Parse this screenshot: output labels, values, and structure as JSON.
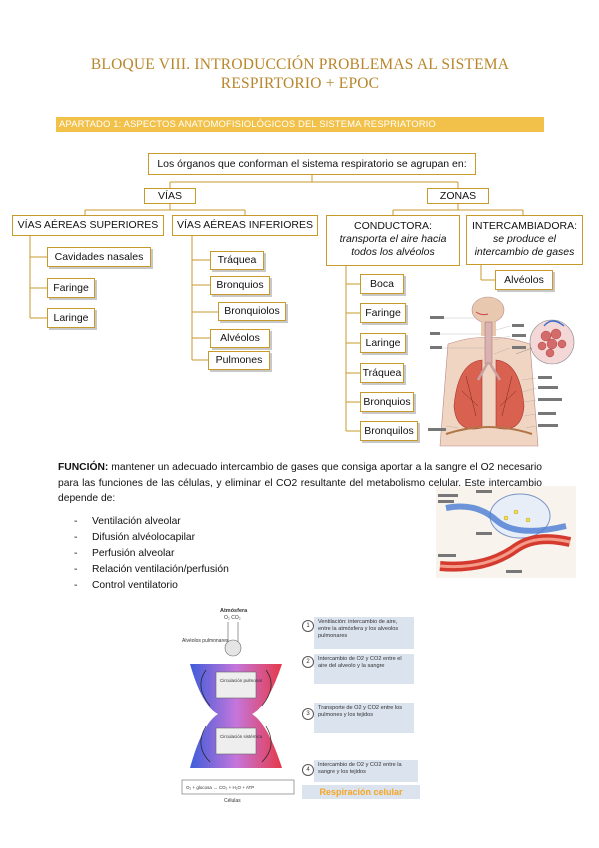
{
  "title": {
    "line1": "BLOQUE VIII. INTRODUCCIÓN PROBLEMAS AL SISTEMA",
    "line2": "RESPIRTORIO + EPOC"
  },
  "section_heading": "APARTADO 1: ASPECTOS ANATOMOFISIOLÓGICOS DEL SISTEMA RESPRIATORIO",
  "diagram": {
    "root": "Los órganos que conforman el sistema respiratorio se agrupan en:",
    "vias": {
      "label": "VÍAS",
      "superiores": {
        "label": "VÍAS AÉREAS SUPERIORES",
        "items": [
          "Cavidades nasales",
          "Faringe",
          "Laringe"
        ]
      },
      "inferiores": {
        "label": "VÍAS AÉREAS INFERIORES",
        "items": [
          "Tráquea",
          "Bronquios",
          "Bronquiolos",
          "Alvéolos",
          "Pulmones"
        ]
      }
    },
    "zonas": {
      "label": "ZONAS",
      "conductora": {
        "label": "CONDUCTORA:",
        "desc1": "transporta el aire hacia",
        "desc2": "todos los alvéolos",
        "items": [
          "Boca",
          "Faringe",
          "Laringe",
          "Tráquea",
          "Bronquios",
          "Bronquilos"
        ]
      },
      "intercambiadora": {
        "label": "INTERCAMBIADORA:",
        "desc1": "se produce el",
        "desc2": "intercambio de gases",
        "items": [
          "Alvéolos"
        ]
      }
    }
  },
  "funcion": {
    "label": "FUNCIÓN:",
    "text": " mantener un adecuado intercambio de gases que consiga aportar a la sangre el O2 necesario para las funciones de las células, y eliminar el CO2 resultante del metabolismo celular. Este intercambio depende de:"
  },
  "factors": [
    "Ventilación alveolar",
    "Difusión alvéolocapilar",
    "Perfusión alveolar",
    "Relación ventilación/perfusión",
    "Control ventilatorio"
  ],
  "figure_notes": {
    "n1": "1",
    "t1": "Ventilación: intercambio de aire, entre la atmósfera y los alveolos pulmonares",
    "n2": "2",
    "t2": "Intercambio de O2 y CO2 entre el aire del alveolo y la sangre",
    "n3": "3",
    "t3": "Transporte de O2 y CO2 entre los pulmones y los tejidos",
    "n4": "4",
    "t4": "Intercambio de O2 y CO2 entre la sangre y los tejidos",
    "resp_celular": "Respiración celular",
    "atmosfera": "Atmósfera",
    "alveolos": "Alvéolos pulmonares",
    "circ_pulmonar": "Circulación pulmonar",
    "circ_sistemica": "Circulación sistémica",
    "celulas": "Células"
  },
  "colors": {
    "title": "#b8862a",
    "section_bg": "#f2c14a",
    "box_border": "#c89a2c",
    "resp_celular": "#f5a623",
    "note_bg": "#dbe3ee"
  }
}
